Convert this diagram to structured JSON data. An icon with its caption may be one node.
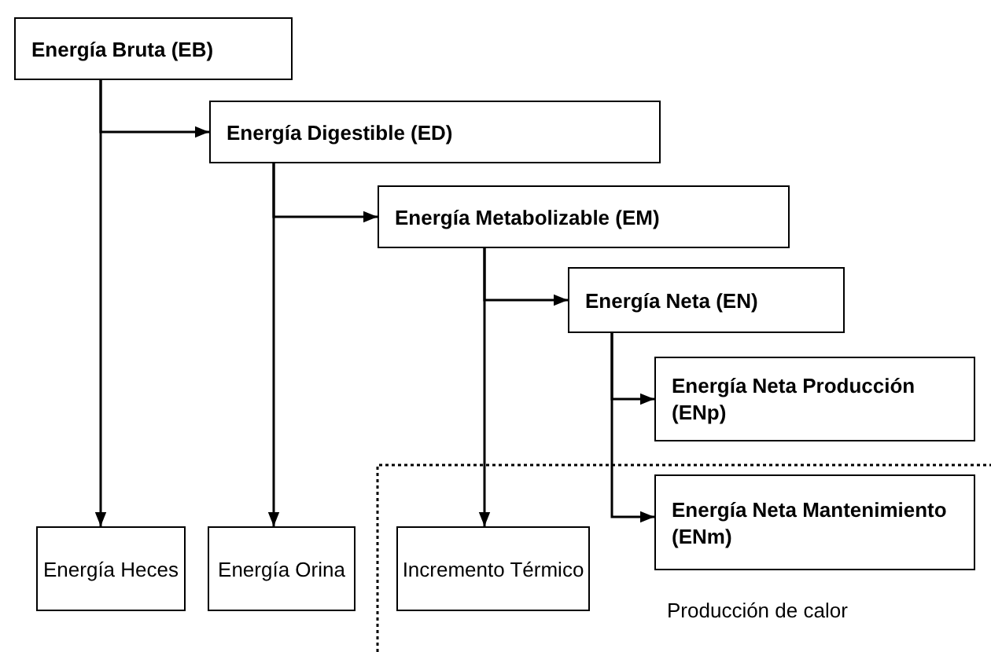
{
  "diagram": {
    "nodes": [
      {
        "text": [
          "Energía Bruta (EB)"
        ]
      },
      {
        "text": [
          "Energía Digestible (ED)"
        ]
      },
      {
        "text": [
          "Energía Metabolizable (EM)"
        ]
      },
      {
        "text": [
          "Energía Neta (EN)"
        ]
      },
      {
        "text": [
          "Energía Neta Producción (ENp)"
        ]
      },
      {
        "text": [
          "Energía Neta Mantenimiento (ENm)"
        ]
      },
      {
        "text": [
          "Energía Heces"
        ]
      },
      {
        "text": [
          "Energía Orina"
        ]
      },
      {
        "text": [
          "Incremento Térmico"
        ]
      }
    ],
    "edges": [
      {
        "from": 0,
        "to": 1,
        "arrow": "to"
      },
      {
        "from": 0,
        "to": 6,
        "arrow": "to"
      },
      {
        "from": 1,
        "to": 2,
        "arrow": "to"
      },
      {
        "from": 1,
        "to": 7,
        "arrow": "to"
      },
      {
        "from": 2,
        "to": 3,
        "arrow": "to"
      },
      {
        "from": 2,
        "to": 8,
        "arrow": "to"
      },
      {
        "from": 3,
        "to": 4,
        "arrow": "to"
      },
      {
        "from": 3,
        "to": 5,
        "arrow": "to"
      }
    ],
    "labels": [
      "Producción de calor"
    ]
  }
}
